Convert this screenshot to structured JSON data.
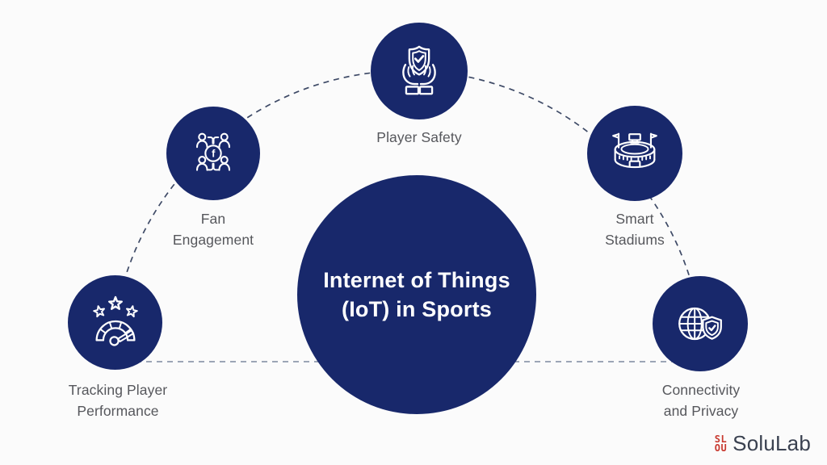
{
  "diagram": {
    "title_line1": "Internet of Things",
    "title_line2": "(IoT) in Sports",
    "type": "hub-and-spoke infographic",
    "colors": {
      "background": "#fbfbfb",
      "node_navy": "#18286b",
      "icon_stroke": "#ffffff",
      "label_gray": "#56575c",
      "arc_dash": "#3e4a66",
      "horizontal_dash": "#8f99ad",
      "logo_red": "#c8392f",
      "logo_text": "#3a4150"
    },
    "nodes": [
      {
        "id": "player-safety",
        "icon": "shield-in-hands-icon",
        "label_lines": [
          "Player Safety",
          ""
        ]
      },
      {
        "id": "fan-engagement",
        "icon": "fan-network-facebook-icon",
        "label_lines": [
          "Fan",
          "Engagement"
        ]
      },
      {
        "id": "smart-stadiums",
        "icon": "stadium-icon",
        "label_lines": [
          "Smart",
          "Stadiums"
        ]
      },
      {
        "id": "tracking-player-performance",
        "icon": "gauge-with-stars-icon",
        "label_lines": [
          "Tracking Player",
          "Performance"
        ]
      },
      {
        "id": "connectivity-and-privacy",
        "icon": "globe-shield-icon",
        "label_lines": [
          "Connectivity",
          "and Privacy"
        ]
      }
    ],
    "connectors": [
      {
        "id": "dashed-arc",
        "style": "dashed",
        "from": "tracking-player-performance",
        "to": "connectivity-and-privacy",
        "via": [
          "fan-engagement",
          "player-safety",
          "smart-stadiums"
        ]
      },
      {
        "id": "dashed-horizontal",
        "style": "dashed",
        "from": "tracking-player-performance",
        "to": "connectivity-and-privacy"
      }
    ]
  },
  "footer": {
    "logo_mark_top": "SL",
    "logo_mark_bottom": "OU",
    "brand": "SoluLab"
  }
}
